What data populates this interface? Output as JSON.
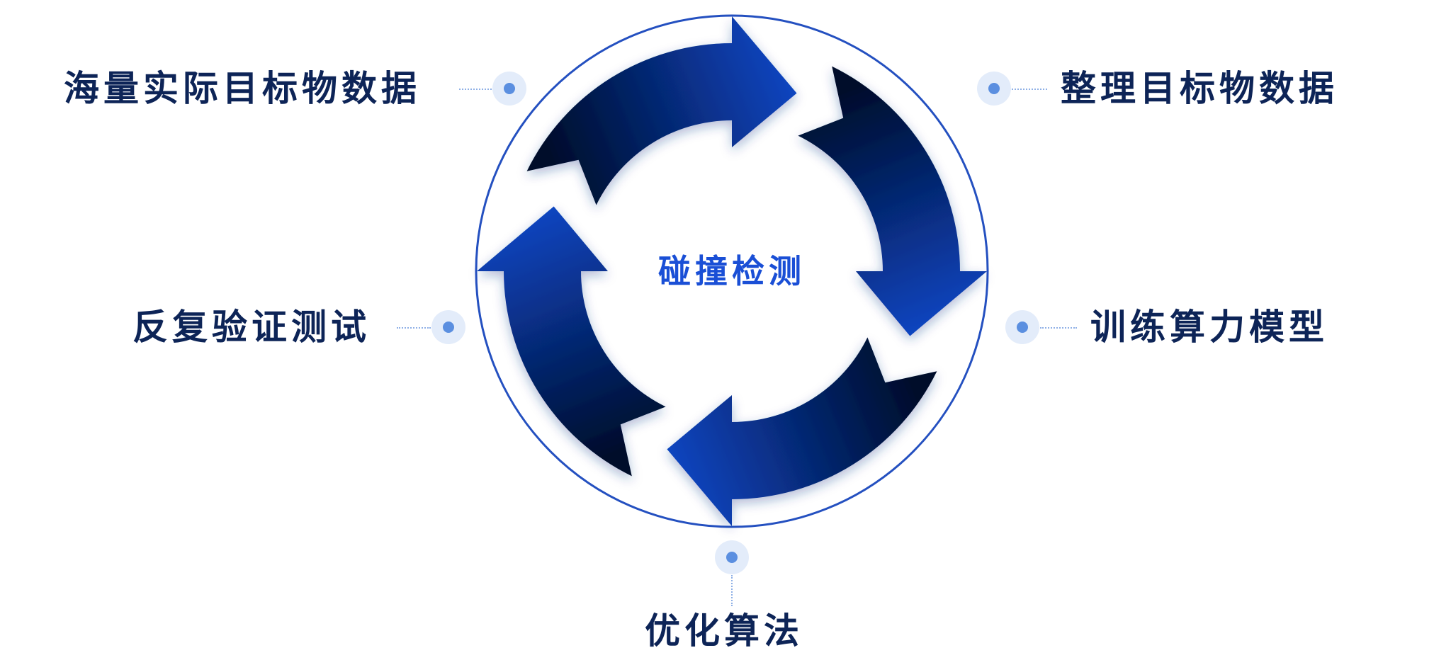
{
  "center_label": "碰撞检测",
  "steps": [
    {
      "label": "海量实际目标物数据"
    },
    {
      "label": "整理目标物数据"
    },
    {
      "label": "训练算力模型"
    },
    {
      "label": "优化算法"
    },
    {
      "label": "反复验证测试"
    }
  ],
  "colors": {
    "arrow_dark": "#020c2a",
    "arrow_light": "#0a45c0",
    "ring": "#2450c0",
    "label": "#0d2457",
    "center": "#1a4fd6"
  }
}
